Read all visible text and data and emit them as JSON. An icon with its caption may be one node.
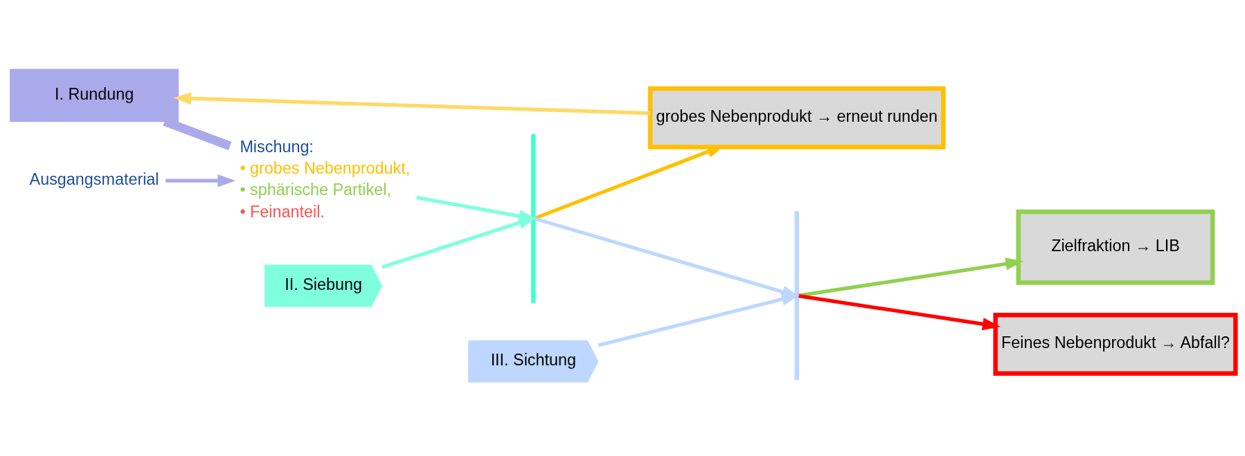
{
  "diagram": {
    "nodes": [
      {
        "text": [
          "I. Rundung"
        ]
      },
      {
        "text": [
          "II. Siebung"
        ]
      },
      {
        "text": [],
        "shape": "bar"
      },
      {
        "text": [
          "grobes Nebenprodukt → erneut runden"
        ]
      },
      {
        "text": [
          "Mischung:",
          "• grobes Nebenprodukt,",
          "• sphärische Partikel,",
          "• Feinanteil."
        ]
      },
      {
        "text": [],
        "shape": "bar"
      },
      {
        "text": [
          "Zielfraktion → LIB"
        ]
      },
      {
        "text": [
          "Ausgangsmaterial"
        ]
      },
      {
        "text": [
          "III. Sichtung"
        ]
      },
      {
        "text": [
          "Feines Nebenprodukt → Abfall?"
        ]
      }
    ],
    "edges": [
      {
        "from": 7,
        "to": 4,
        "arrow": "to",
        "color": "#aaaaea"
      },
      {
        "from": 0,
        "to": 4,
        "arrow": "none",
        "style": "thick",
        "color": "#aaaaea"
      },
      {
        "from": 4,
        "to": 2,
        "arrow": "to",
        "color": "#80ffdf"
      },
      {
        "from": 1,
        "to": 2,
        "arrow": "to",
        "color": "#80ffdf"
      },
      {
        "from": 2,
        "to": 3,
        "arrow": "to",
        "color": "#ffc000"
      },
      {
        "from": 2,
        "to": 5,
        "arrow": "to",
        "color": "#bdd7ff"
      },
      {
        "from": 8,
        "to": 5,
        "arrow": "to",
        "color": "#bdd7ff"
      },
      {
        "from": 5,
        "to": 6,
        "arrow": "to",
        "color": "#92d050"
      },
      {
        "from": 5,
        "to": 9,
        "arrow": "to",
        "color": "#ff0000"
      },
      {
        "from": 3,
        "to": 0,
        "arrow": "to",
        "color": "#ffd966"
      }
    ]
  }
}
